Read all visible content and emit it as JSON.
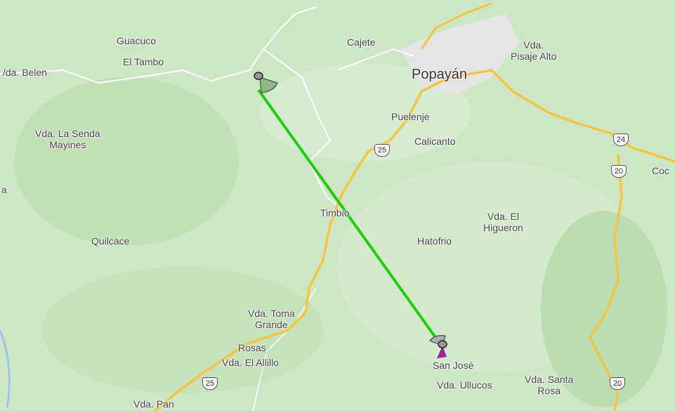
{
  "map": {
    "places": [
      {
        "id": "guacuco",
        "name": "Guacuco"
      },
      {
        "id": "el-tambo",
        "name": "El Tambo"
      },
      {
        "id": "vda-belen",
        "name": "/da. Belen"
      },
      {
        "id": "cajete",
        "name": "Cajete"
      },
      {
        "id": "popayan",
        "name": "Popayán"
      },
      {
        "id": "vda-pisaje-alto",
        "name": "Vda.\nPisaje Alto"
      },
      {
        "id": "puelenje",
        "name": "Puelenje"
      },
      {
        "id": "calicanto",
        "name": "Calicanto"
      },
      {
        "id": "vda-la-senda",
        "name": "Vda. La Senda\nMayines"
      },
      {
        "id": "coco",
        "name": "Coc"
      },
      {
        "id": "a-left",
        "name": "a"
      },
      {
        "id": "timbio",
        "name": "Timbio"
      },
      {
        "id": "vda-el-higueron",
        "name": "Vda. El\nHigueron"
      },
      {
        "id": "quilcace",
        "name": "Quilcace"
      },
      {
        "id": "hatofrio",
        "name": "Hatofrio"
      },
      {
        "id": "vda-toma-grande",
        "name": "Vda. Toma\nGrande"
      },
      {
        "id": "rosas",
        "name": "Rosas"
      },
      {
        "id": "vda-el-alillo",
        "name": "Vda. El Allillo"
      },
      {
        "id": "san-jose",
        "name": "San José"
      },
      {
        "id": "vda-ullucos",
        "name": "Vda. Ullucos"
      },
      {
        "id": "vda-santa-rosa",
        "name": "Vda. Santa\nRosa"
      },
      {
        "id": "vda-pan",
        "name": "Vda. Pan"
      }
    ],
    "route_shields": [
      {
        "id": "r25-center",
        "label": "25"
      },
      {
        "id": "r24",
        "label": "24"
      },
      {
        "id": "r20-top",
        "label": "20"
      },
      {
        "id": "r25-bottom",
        "label": "25"
      },
      {
        "id": "r20-bottom",
        "label": "20"
      }
    ],
    "link_color": "#22cc11",
    "road_color": "#f5c542",
    "terrain_color": "#bfe0b6"
  }
}
